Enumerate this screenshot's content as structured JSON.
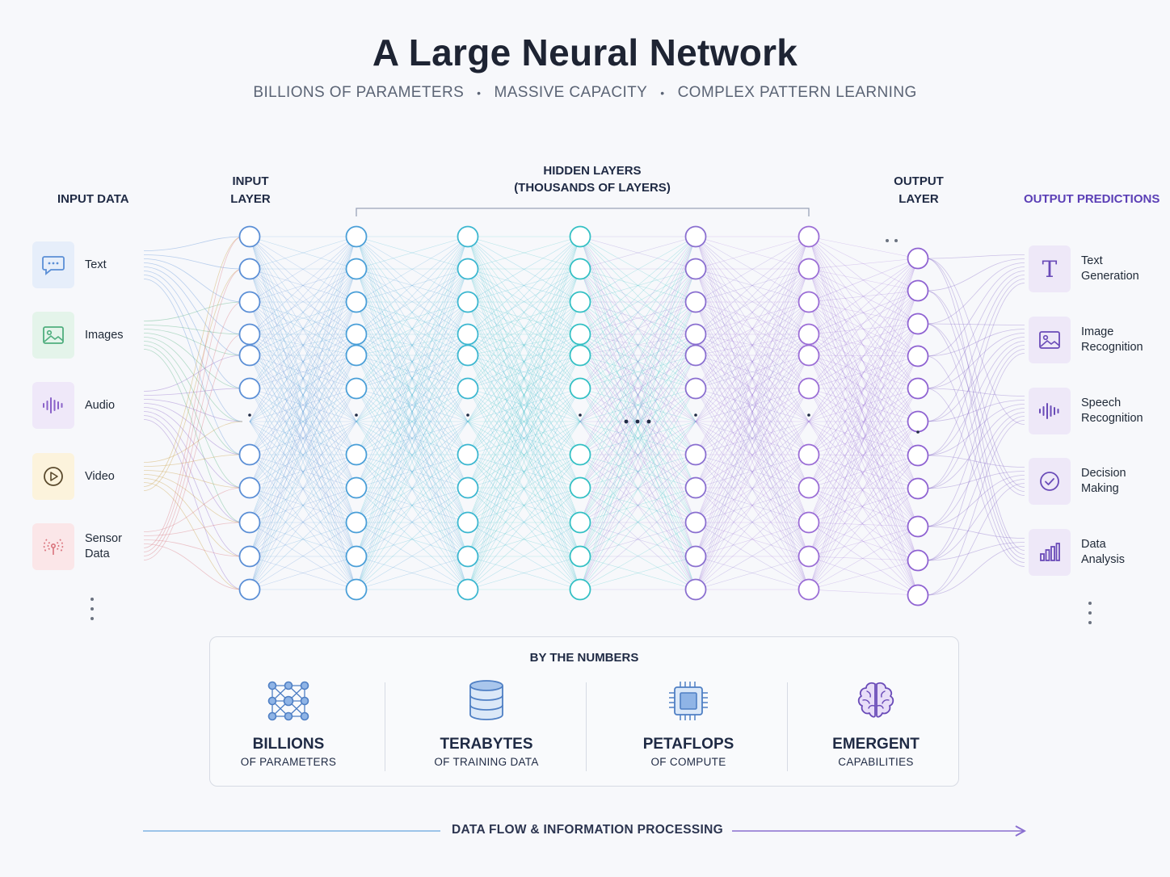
{
  "title": "A Large Neural Network",
  "subtitle": [
    "BILLIONS OF PARAMETERS",
    "MASSIVE CAPACITY",
    "COMPLEX PATTERN LEARNING"
  ],
  "subtitle_separator": "•",
  "labels": {
    "input_data": "INPUT DATA",
    "input_layer": [
      "INPUT",
      "LAYER"
    ],
    "hidden_layers": [
      "HIDDEN LAYERS",
      "(THOUSANDS OF LAYERS)"
    ],
    "output_layer": [
      "OUTPUT",
      "LAYER"
    ],
    "output_predictions": "OUTPUT PREDICTIONS"
  },
  "inputs": [
    {
      "label": "Text",
      "icon": "chat-bubble-icon",
      "color": "#5b8fd6",
      "bg": "#e6eefa"
    },
    {
      "label": "Images",
      "icon": "image-icon",
      "color": "#4fae7e",
      "bg": "#e4f4ea"
    },
    {
      "label": "Audio",
      "icon": "waveform-icon",
      "color": "#8a62c9",
      "bg": "#efe8f9"
    },
    {
      "label": "Video",
      "icon": "play-icon",
      "color": "#c79a3a",
      "bg": "#fcf3dc"
    },
    {
      "label": "Sensor Data",
      "icon": "sensor-icon",
      "color": "#d9737c",
      "bg": "#fbe6e8"
    }
  ],
  "outputs": [
    {
      "label": "Text Generation",
      "icon": "text-t-icon"
    },
    {
      "label": "Image Recognition",
      "icon": "image-icon"
    },
    {
      "label": "Speech Recognition",
      "icon": "waveform-icon"
    },
    {
      "label": "Decision Making",
      "icon": "check-circle-icon"
    },
    {
      "label": "Data Analysis",
      "icon": "bar-chart-icon"
    }
  ],
  "output_color": "#7b5cc4",
  "output_bg": "#eee8f8",
  "layer_colors": [
    "#5b8fd6",
    "#4a9fd8",
    "#3cb7d0",
    "#34c0c4",
    "#8a6fd0",
    "#9b6ed6",
    "#8f63d2"
  ],
  "numbers": {
    "title": "BY THE NUMBERS",
    "stats": [
      {
        "value": "BILLIONS",
        "sub": "OF PARAMETERS",
        "icon": "network-icon"
      },
      {
        "value": "TERABYTES",
        "sub": "OF TRAINING DATA",
        "icon": "database-icon"
      },
      {
        "value": "PETAFLOPS",
        "sub": "OF COMPUTE",
        "icon": "chip-icon"
      },
      {
        "value": "EMERGENT",
        "sub": "CAPABILITIES",
        "icon": "brain-icon"
      }
    ]
  },
  "flow_label": "DATA FLOW & INFORMATION PROCESSING"
}
